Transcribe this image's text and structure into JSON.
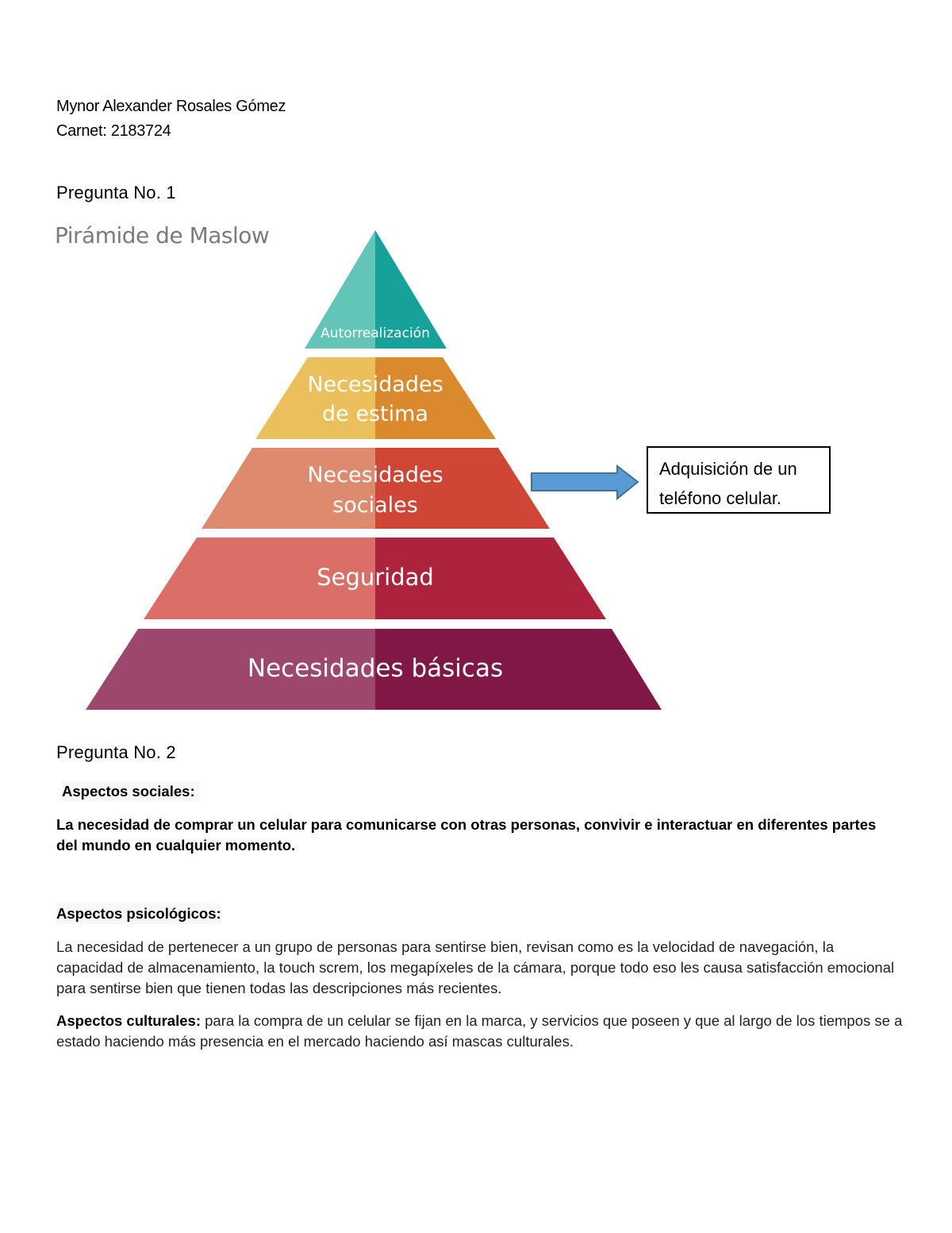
{
  "header": {
    "author_name": "Mynor Alexander Rosales Gómez",
    "carnet": "Carnet: 2183724"
  },
  "question1": {
    "heading": "Pregunta No. 1",
    "pyramid": {
      "title": "Pirámide de Maslow",
      "levels": [
        {
          "label_lines": [
            "Autorrealización"
          ],
          "colors": {
            "light": "#63c4b8",
            "dark": "#17a19b"
          }
        },
        {
          "label_lines": [
            "Necesidades",
            "de estima"
          ],
          "colors": {
            "light": "#ebc05c",
            "dark": "#da8a2c"
          }
        },
        {
          "label_lines": [
            "Necesidades",
            "sociales"
          ],
          "colors": {
            "light": "#dd8a6e",
            "dark": "#cf4536"
          }
        },
        {
          "label_lines": [
            "Seguridad"
          ],
          "colors": {
            "light": "#dc6e68",
            "dark": "#ad223d"
          }
        },
        {
          "label_lines": [
            "Necesidades básicas"
          ],
          "colors": {
            "light": "#9d466e",
            "dark": "#801746"
          }
        }
      ]
    },
    "arrow": {
      "color": "#5b9bd5",
      "points_to": "callout"
    },
    "callout": {
      "line1": "Adquisición de un",
      "line2": "teléfono celular."
    }
  },
  "question2": {
    "heading": "Pregunta No. 2",
    "social": {
      "title": "Aspectos sociales:",
      "text": "La necesidad de comprar un celular para comunicarse con otras personas, convivir e interactuar en diferentes partes del mundo en cualquier momento."
    },
    "psychological": {
      "title": "Aspectos psicológicos:",
      "text": "La necesidad de pertenecer a un grupo de personas para sentirse bien, revisan como es la velocidad de navegación, la capacidad de almacenamiento, la touch screm, los megapíxeles de la cámara, porque todo eso les causa satisfacción emocional para sentirse bien que tienen todas las descripciones más recientes."
    },
    "cultural": {
      "title": "Aspectos culturales:",
      "text": " para la compra de un celular se fijan en la marca,  y servicios que poseen y que al largo de los tiempos se a estado haciendo más presencia en el mercado haciendo así mascas culturales."
    }
  }
}
